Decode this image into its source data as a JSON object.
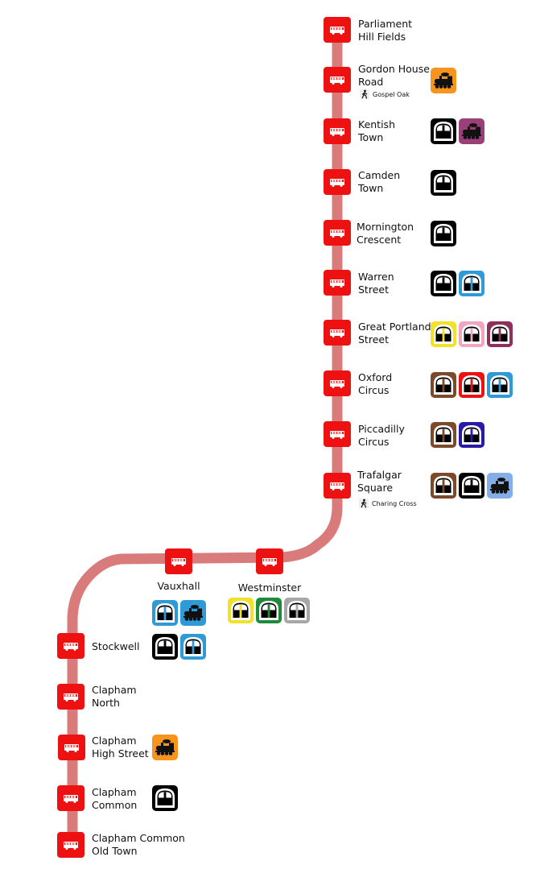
{
  "colors": {
    "route": "#d97b7b",
    "stop": "#ee1111",
    "overground": "#f7941d",
    "northern": "#000000",
    "thameslink": "#9b3f78",
    "victoria": "#2e9ad8",
    "circle": "#f2e12a",
    "hammersmith": "#f1a5c1",
    "metropolitan": "#8f2f5b",
    "bakerloo": "#7a4a2a",
    "central": "#ee1111",
    "piccadilly": "#2a1aa8",
    "national_rail_light": "#86aee6",
    "district": "#1d8b3a",
    "jubilee": "#a7a7a7"
  },
  "stops": [
    {
      "name": "Parliament\nHill Fields",
      "interchanges": [],
      "walk": ""
    },
    {
      "name": "Gordon House\nRoad",
      "interchanges": [
        {
          "mode": "rail",
          "color": "#f7941d"
        }
      ],
      "walk": "Gospel Oak"
    },
    {
      "name": "Kentish\nTown",
      "interchanges": [
        {
          "mode": "tube",
          "color": "#000000"
        },
        {
          "mode": "rail",
          "color": "#9b3f78"
        }
      ],
      "walk": ""
    },
    {
      "name": "Camden\nTown",
      "interchanges": [
        {
          "mode": "tube",
          "color": "#000000"
        }
      ],
      "walk": ""
    },
    {
      "name": "Mornington\nCrescent",
      "interchanges": [
        {
          "mode": "tube",
          "color": "#000000"
        }
      ],
      "walk": ""
    },
    {
      "name": "Warren\nStreet",
      "interchanges": [
        {
          "mode": "tube",
          "color": "#000000"
        },
        {
          "mode": "tube",
          "color": "#2e9ad8"
        }
      ],
      "walk": ""
    },
    {
      "name": "Great Portland\nStreet",
      "interchanges": [
        {
          "mode": "tube",
          "color": "#f2e12a"
        },
        {
          "mode": "tube",
          "color": "#f1a5c1"
        },
        {
          "mode": "tube",
          "color": "#8f2f5b"
        }
      ],
      "walk": ""
    },
    {
      "name": "Oxford\nCircus",
      "interchanges": [
        {
          "mode": "tube",
          "color": "#7a4a2a"
        },
        {
          "mode": "tube",
          "color": "#ee1111"
        },
        {
          "mode": "tube",
          "color": "#2e9ad8"
        }
      ],
      "walk": ""
    },
    {
      "name": "Piccadilly\nCircus",
      "interchanges": [
        {
          "mode": "tube",
          "color": "#7a4a2a"
        },
        {
          "mode": "tube",
          "color": "#2a1aa8"
        }
      ],
      "walk": ""
    },
    {
      "name": "Trafalgar\nSquare",
      "interchanges": [
        {
          "mode": "tube",
          "color": "#7a4a2a"
        },
        {
          "mode": "tube",
          "color": "#000000"
        },
        {
          "mode": "rail",
          "color": "#86aee6"
        }
      ],
      "walk": "Charing Cross"
    },
    {
      "name": "Vauxhall",
      "interchanges": [
        {
          "mode": "tube",
          "color": "#2e9ad8"
        },
        {
          "mode": "rail",
          "color": "#2e9ad8"
        }
      ],
      "walk": ""
    },
    {
      "name": "Westminster",
      "interchanges": [
        {
          "mode": "tube",
          "color": "#f2e12a"
        },
        {
          "mode": "tube",
          "color": "#1d8b3a"
        },
        {
          "mode": "tube",
          "color": "#a7a7a7"
        }
      ],
      "walk": ""
    },
    {
      "name": "Stockwell",
      "interchanges": [
        {
          "mode": "tube",
          "color": "#000000"
        },
        {
          "mode": "tube",
          "color": "#2e9ad8"
        }
      ],
      "walk": ""
    },
    {
      "name": "Clapham\nNorth",
      "interchanges": [
        {
          "mode": "tube",
          "color": "#000000"
        }
      ],
      "walk": ""
    },
    {
      "name": "Clapham\nHigh Street",
      "interchanges": [
        {
          "mode": "rail",
          "color": "#f7941d"
        }
      ],
      "walk": ""
    },
    {
      "name": "Clapham\nCommon",
      "interchanges": [
        {
          "mode": "tube",
          "color": "#000000"
        }
      ],
      "walk": ""
    },
    {
      "name": "Clapham Common\nOld Town",
      "interchanges": [],
      "walk": ""
    }
  ]
}
